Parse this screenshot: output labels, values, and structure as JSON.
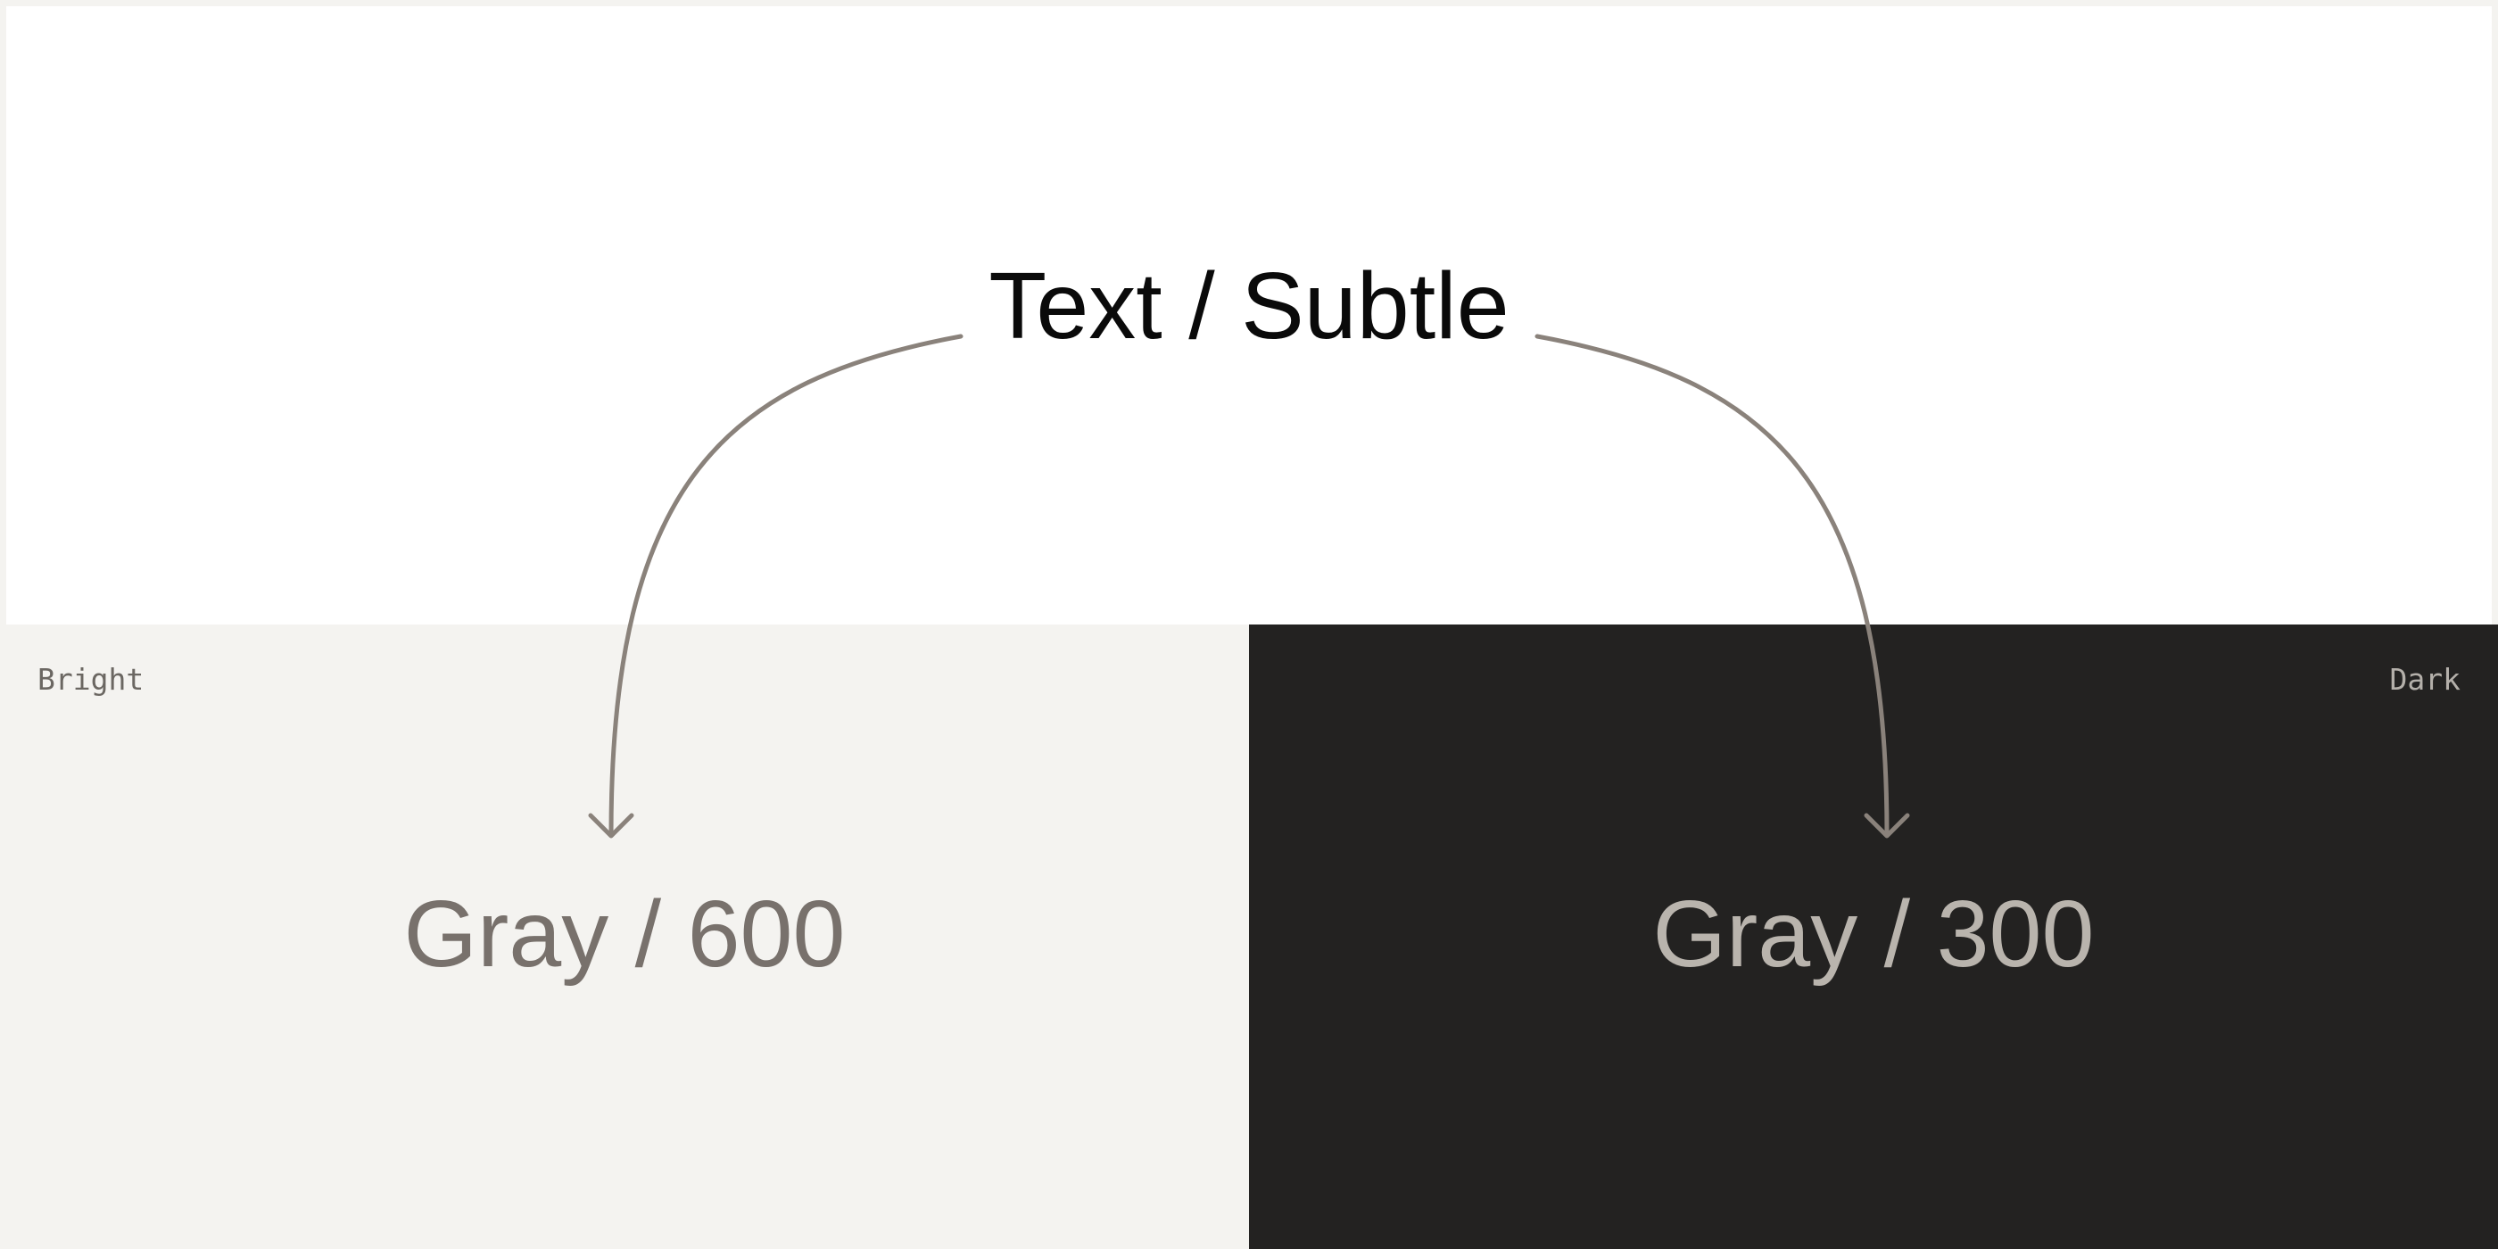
{
  "title": "Text / Subtle",
  "modes": {
    "bright": {
      "label": "Bright",
      "value": "Gray / 600",
      "background": "#f4f3f0",
      "text_color": "#78716c"
    },
    "dark": {
      "label": "Dark",
      "value": "Gray / 300",
      "background": "#232221",
      "text_color": "#b9b4ad"
    }
  },
  "connector_color": "#8a827b"
}
